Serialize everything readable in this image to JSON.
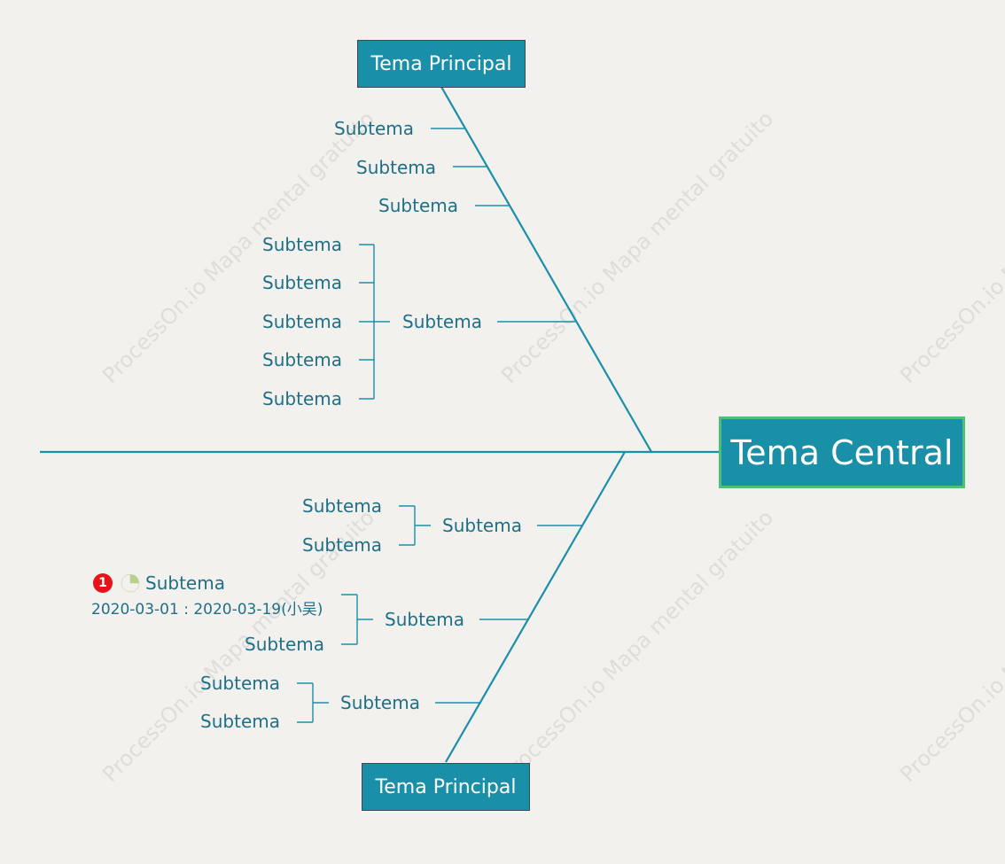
{
  "central_topic": "Tema Central",
  "main_topics": {
    "top": "Tema Principal",
    "bottom": "Tema Principal"
  },
  "top_branch": {
    "subtopics": [
      "Subtema",
      "Subtema",
      "Subtema"
    ],
    "group": {
      "label": "Subtema",
      "children": [
        "Subtema",
        "Subtema",
        "Subtema",
        "Subtema",
        "Subtema"
      ]
    }
  },
  "bottom_branch": {
    "group1": {
      "label": "Subtema",
      "children": [
        "Subtema",
        "Subtema"
      ]
    },
    "group2": {
      "label": "Subtema",
      "children": [
        "Subtema",
        "Subtema"
      ],
      "task": {
        "priority": "1",
        "progress": 0.25,
        "dates": "2020-03-01 : 2020-03-19(小吴)"
      }
    },
    "group3": {
      "label": "Subtema",
      "children": [
        "Subtema",
        "Subtema"
      ]
    }
  },
  "watermark": "ProcessOn.io Mapa mental gratuito",
  "colors": {
    "line": "#1a8fa8",
    "box": "#1a8fa8",
    "text": "#1f6f86",
    "central_border": "#4ec07c",
    "background": "#f2f1ee",
    "priority": "#e8121a",
    "progress": "#b9cf8e"
  }
}
